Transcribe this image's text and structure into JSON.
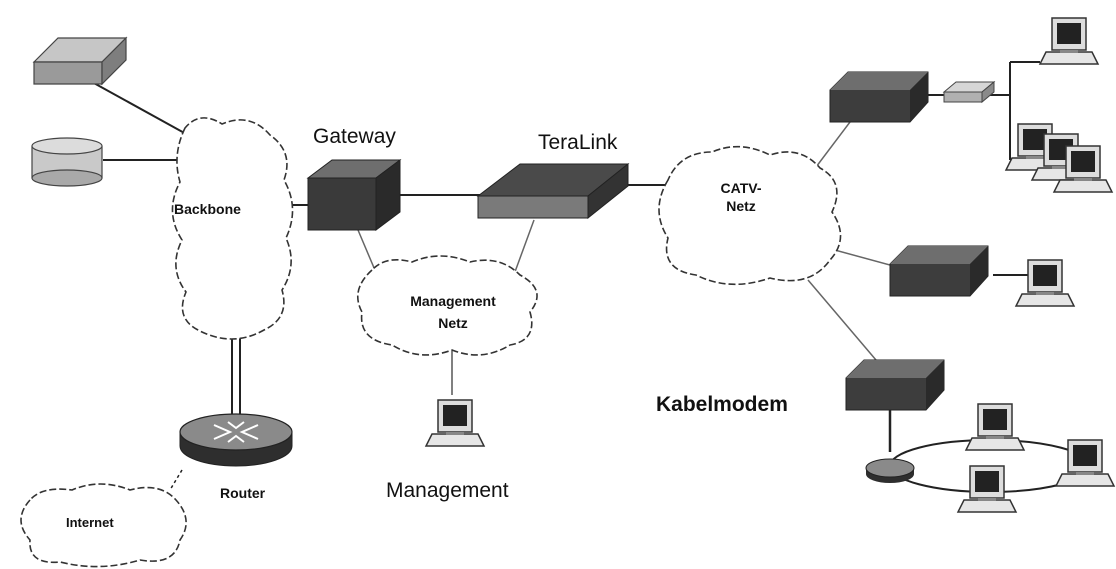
{
  "labels": {
    "gateway": "Gateway",
    "teralink": "TeraLink",
    "backbone": "Backbone",
    "catv": "CATV-\nNetz",
    "management_net": "Management\nNetz",
    "kabelmodem": "Kabelmodem",
    "router": "Router",
    "internet": "Internet",
    "management": "Management"
  },
  "colors": {
    "dark_device": "#3a3a3a",
    "device_top": "#6f6f6f",
    "light_device": "#bfbfbf",
    "teralink_top": "#4a4a4a",
    "teralink_front": "#7a7a7a",
    "link": "#222222",
    "cloud_stroke": "#333333"
  }
}
